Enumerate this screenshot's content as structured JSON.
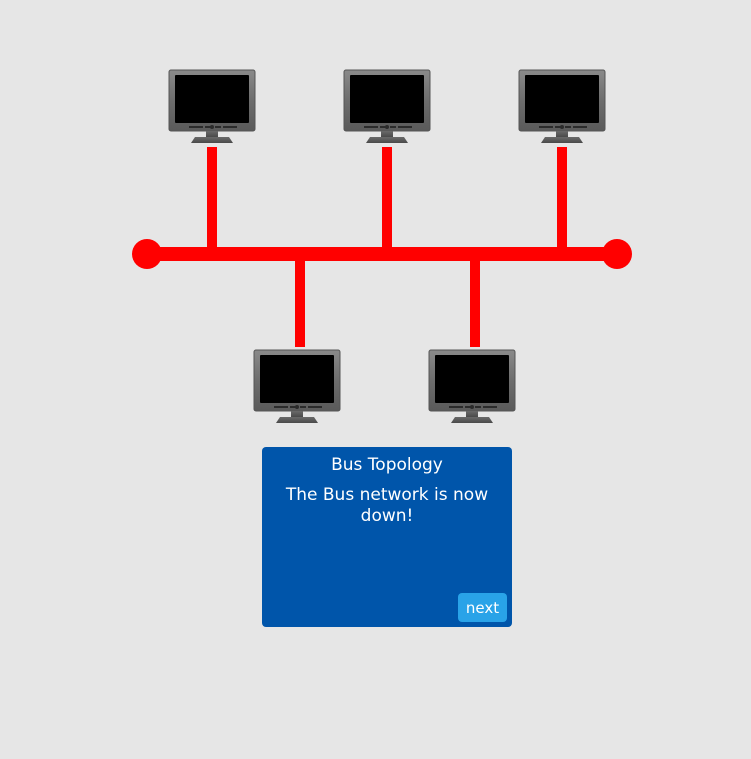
{
  "colors": {
    "background": "#e6e6e6",
    "bus": "#ff0000",
    "panel": "#0055aa",
    "button": "#29a3e8",
    "text": "#ffffff"
  },
  "diagram": {
    "nodes": [
      {
        "icon": "monitor-icon"
      },
      {
        "icon": "monitor-icon"
      },
      {
        "icon": "monitor-icon"
      },
      {
        "icon": "monitor-icon"
      },
      {
        "icon": "monitor-icon"
      }
    ]
  },
  "panel": {
    "title": "Bus Topology",
    "message": "The Bus network is now down!",
    "next_label": "next"
  }
}
